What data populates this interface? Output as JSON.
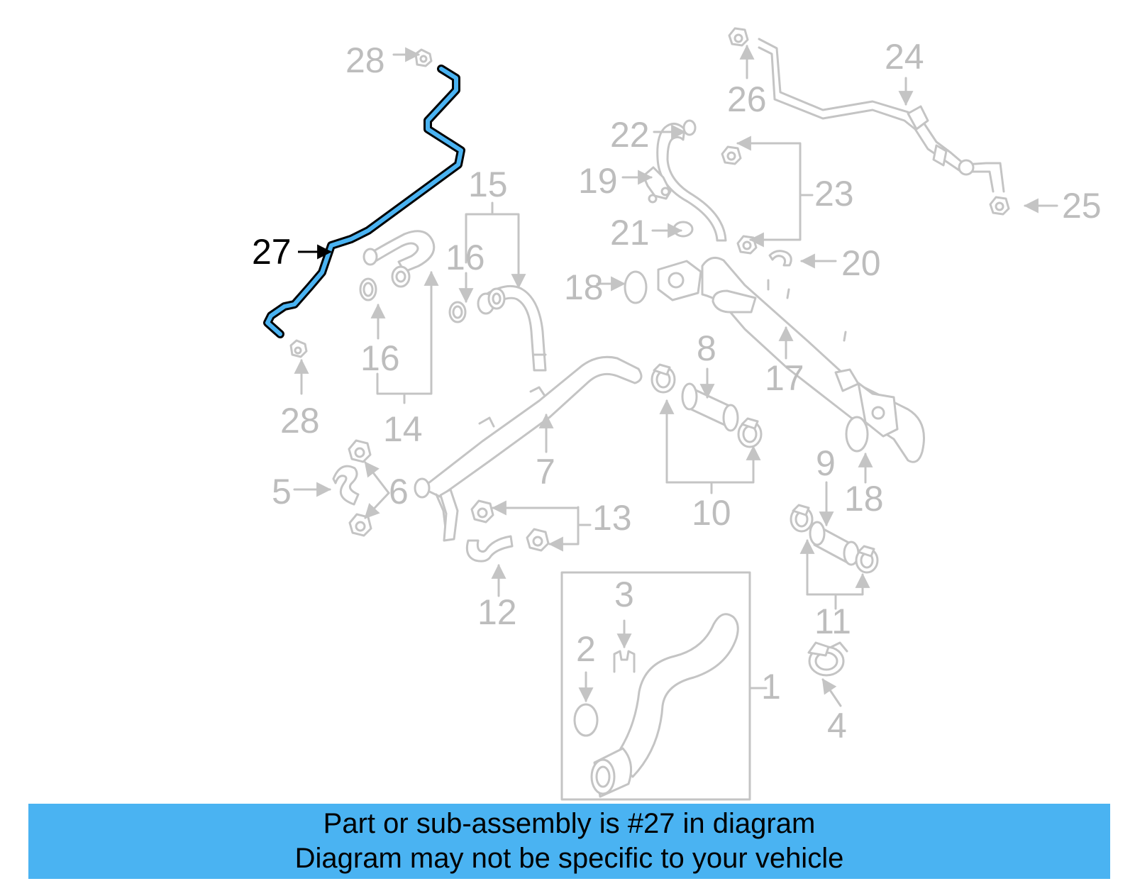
{
  "diagram": {
    "highlighted_part": "27",
    "highlight_color": "#4ab3f2",
    "callout_numbers": [
      "28",
      "27",
      "28",
      "16",
      "15",
      "16",
      "14",
      "5",
      "6",
      "7",
      "22",
      "19",
      "21",
      "18",
      "23",
      "26",
      "24",
      "25",
      "20",
      "17",
      "8",
      "10",
      "18",
      "9",
      "13",
      "12",
      "3",
      "2",
      "1",
      "11",
      "4"
    ]
  },
  "banner": {
    "line1": "Part or sub-assembly is #27 in diagram",
    "line2": "Diagram may not be specific to your vehicle",
    "background": "#4ab3f2"
  }
}
